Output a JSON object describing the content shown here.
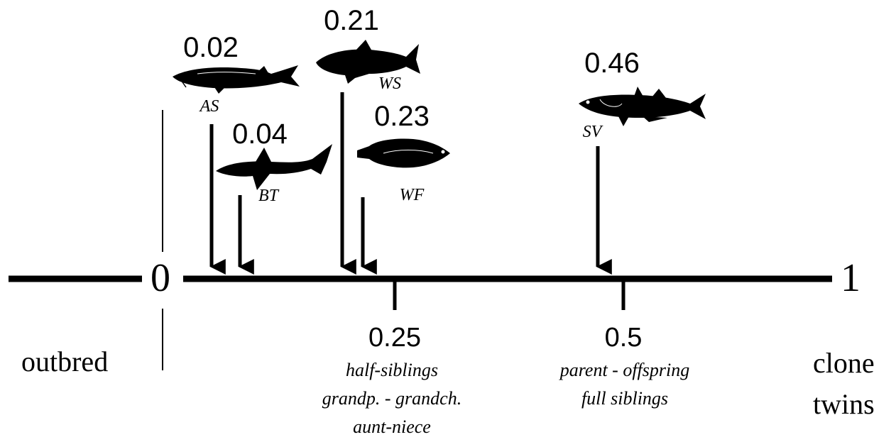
{
  "axis": {
    "left_label": "0",
    "right_label": "1",
    "left_text": "outbred",
    "right_text_line1": "clone",
    "right_text_line2": "twins"
  },
  "ticks": [
    {
      "value": 0.25,
      "label": "0.25",
      "lines": [
        "half-siblings",
        "grandp. - grandch.",
        "aunt-niece"
      ]
    },
    {
      "value": 0.5,
      "label": "0.5",
      "lines": [
        "parent - offspring",
        "full siblings"
      ]
    }
  ],
  "species": [
    {
      "code": "AS",
      "value": 0.02,
      "label": "0.02",
      "icon": "sturgeon-icon"
    },
    {
      "code": "BT",
      "value": 0.04,
      "label": "0.04",
      "icon": "shark-icon"
    },
    {
      "code": "WS",
      "value": 0.21,
      "label": "0.21",
      "icon": "shark-icon"
    },
    {
      "code": "WF",
      "value": 0.23,
      "label": "0.23",
      "icon": "flatfish-icon"
    },
    {
      "code": "SV",
      "value": 0.46,
      "label": "0.46",
      "icon": "fish-icon"
    }
  ]
}
